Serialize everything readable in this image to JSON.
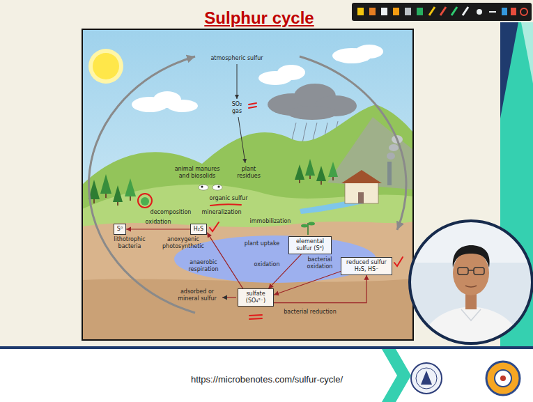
{
  "diagram": {
    "title": "Sulphur cycle",
    "nodes": [
      {
        "text": [
          "S⁰"
        ]
      },
      {
        "text": [
          "H₂S"
        ]
      },
      {
        "text": [
          "elemental sulfur (S⁰)"
        ]
      },
      {
        "text": [
          "reduced sulfur H₂S, HS⁻"
        ]
      },
      {
        "text": [
          "sulfate (SO₄²⁻)"
        ]
      }
    ],
    "edges": [
      {
        "from": 1,
        "to": 0,
        "label": "oxidation",
        "arrow": "to"
      },
      {
        "from": 4,
        "to": 1,
        "label": "anaerobic respiration",
        "arrow": "to"
      },
      {
        "from": 2,
        "to": 4,
        "label": "oxidation",
        "arrow": "to"
      },
      {
        "from": 3,
        "to": 4,
        "label": "bacterial oxidation",
        "arrow": "to"
      },
      {
        "from": 4,
        "to": 3,
        "label": "bacterial reduction",
        "arrow": "to"
      }
    ],
    "labels": [
      "atmospheric sulfur",
      "SO₂ gas",
      "animal manures and biosolids",
      "plant residues",
      "organic sulfur",
      "decomposition",
      "mineralization",
      "immobilization",
      "lithotrophic bacteria",
      "anoxygenic photosynthetic",
      "plant uptake",
      "adsorbed or mineral sulfur",
      "https://microbenotes.com/sulfur-cycle/"
    ]
  }
}
